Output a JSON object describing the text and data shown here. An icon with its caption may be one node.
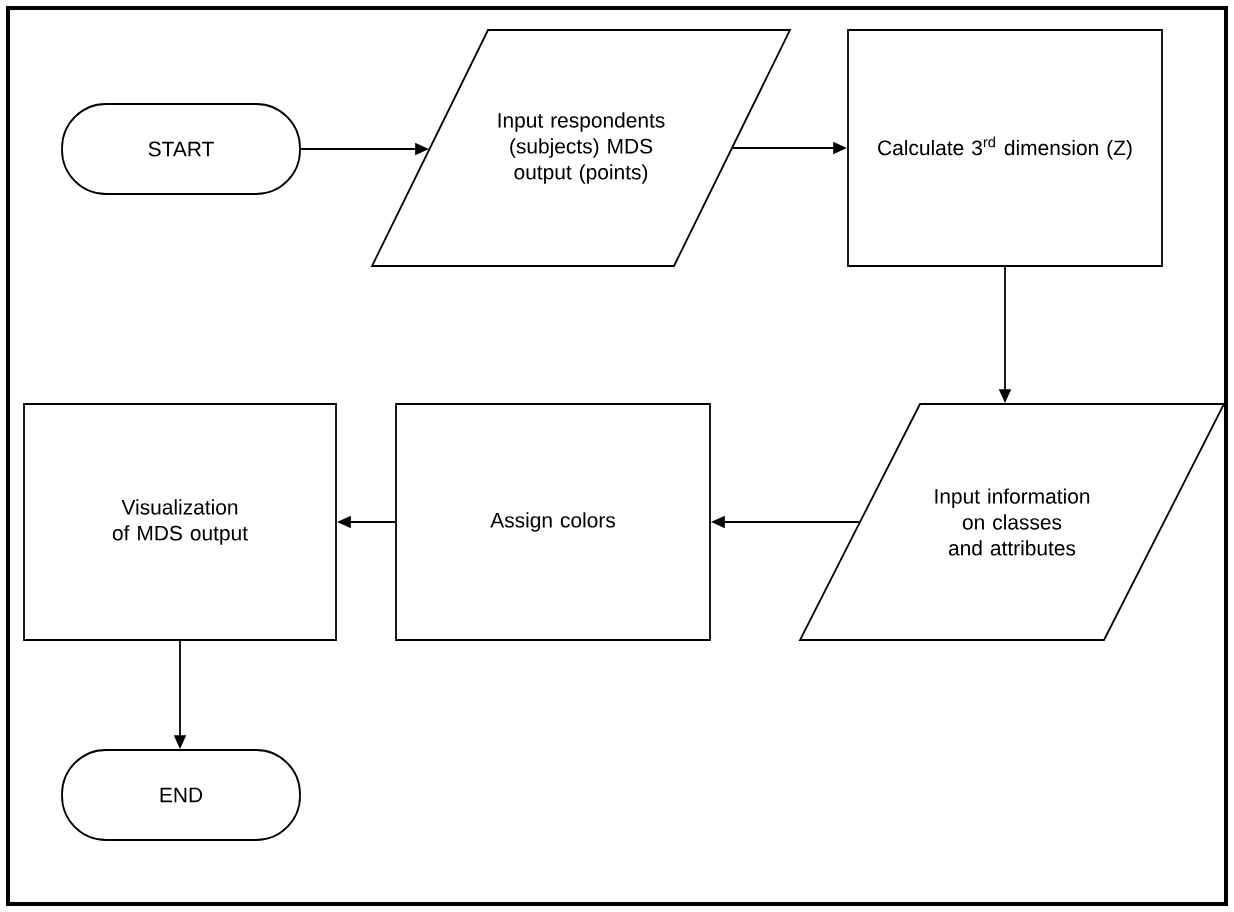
{
  "diagram": {
    "nodes": [
      {
        "text": [
          "START"
        ]
      },
      {
        "text": [
          "Input respondents (subjects) MDS output (points)"
        ]
      },
      {
        "text": [
          "Calculate 3$^{rd}$ dimension (Z)"
        ]
      },
      {
        "text": [
          "Input information on classes and attributes"
        ]
      },
      {
        "text": [
          "Assign colors"
        ]
      },
      {
        "text": [
          "Visualization of MDS output"
        ]
      },
      {
        "text": [
          "END"
        ]
      }
    ],
    "edges": [
      {
        "from": 0,
        "to": 1,
        "arrow": "to"
      },
      {
        "from": 1,
        "to": 2,
        "arrow": "to"
      },
      {
        "from": 2,
        "to": 3,
        "arrow": "to"
      },
      {
        "from": 3,
        "to": 4,
        "arrow": "to"
      },
      {
        "from": 4,
        "to": 5,
        "arrow": "to"
      },
      {
        "from": 5,
        "to": 6,
        "arrow": "to"
      }
    ]
  }
}
